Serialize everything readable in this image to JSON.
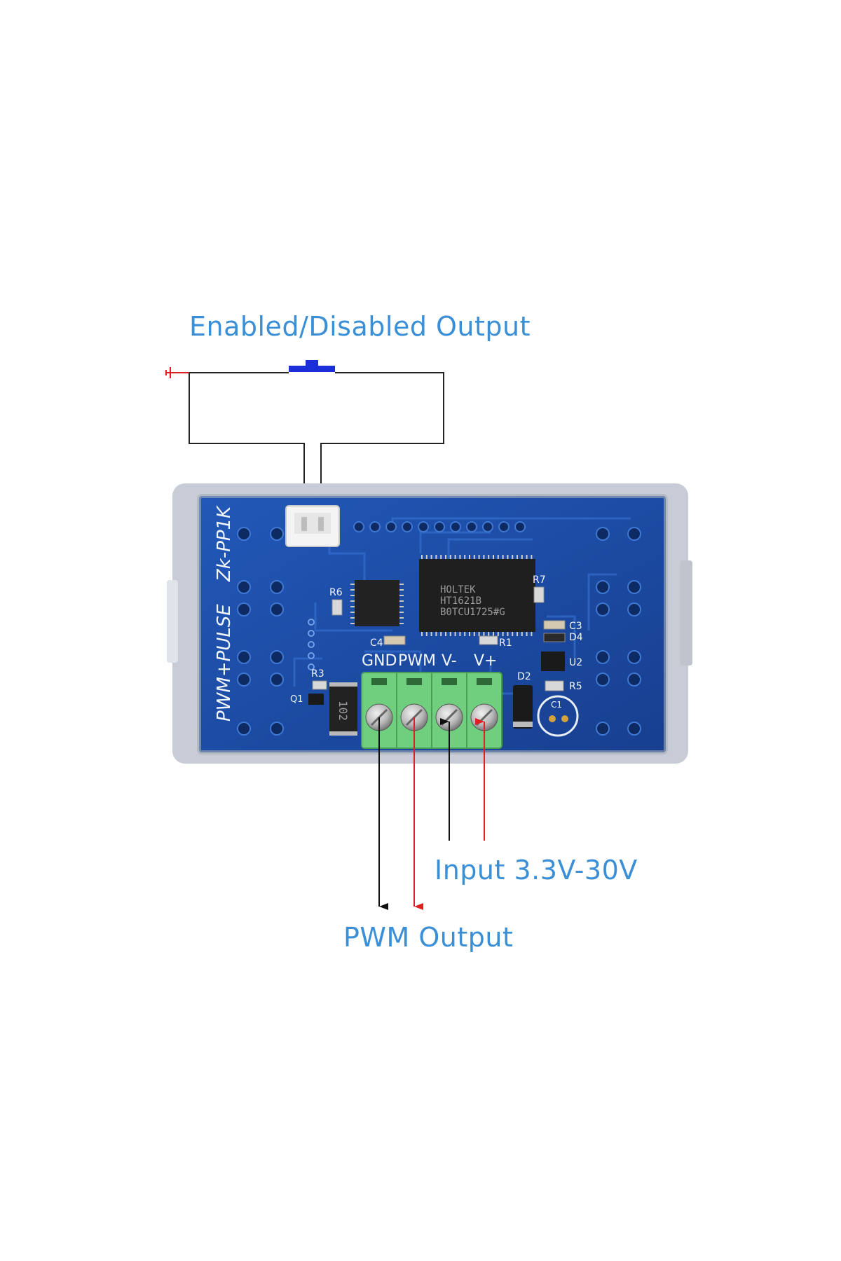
{
  "labels": {
    "enable_output": "Enabled/Disabled Output",
    "input": "Input 3.3V-30V",
    "pwm_output": "PWM Output"
  },
  "board": {
    "model": "Zk-PP1K",
    "name": "PWM+PULSE",
    "terminals": {
      "gnd": "GND",
      "pwm": "PWM",
      "vminus": "V-",
      "vplus": "V+"
    },
    "main_chip": {
      "line1": "HOLTEK",
      "line2": "HT1621B",
      "line3": "B0TCU1725#G"
    },
    "resistor_102": "102",
    "components": {
      "r1": "R1",
      "r3": "R3",
      "r5": "R5",
      "r6": "R6",
      "r7": "R7",
      "c1": "C1",
      "c3": "C3",
      "c4": "C4",
      "d2": "D2",
      "d4": "D4",
      "u2": "U2",
      "q1": "Q1"
    }
  },
  "colors": {
    "label_blue": "#3a8fd6",
    "pcb_blue": "#1c4fa8",
    "terminal_green": "#6fcf7e",
    "switch_blue": "#1a2fd8",
    "wire_red": "#e02020",
    "wire_black": "#111111"
  }
}
